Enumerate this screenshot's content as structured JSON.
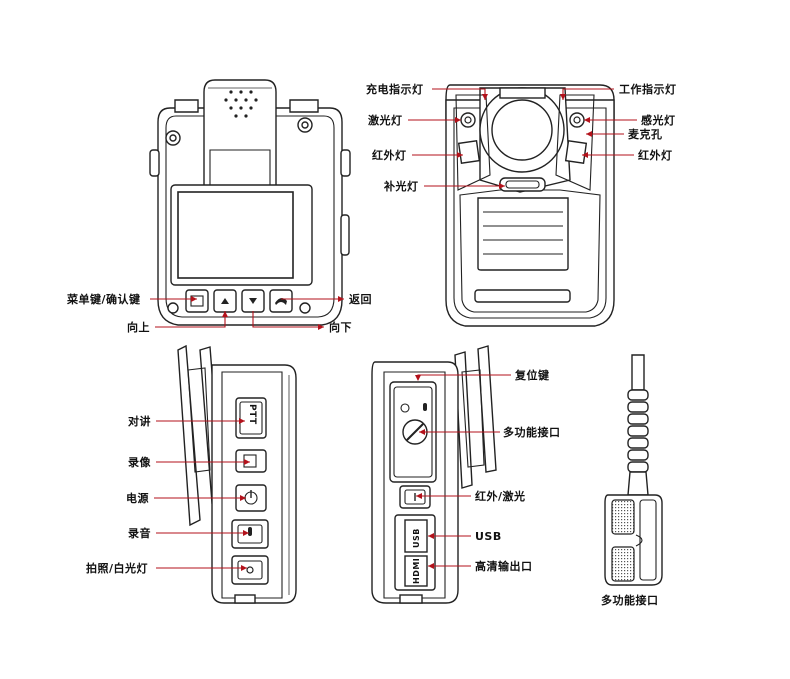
{
  "colors": {
    "callout": "#b3121b",
    "outline": "#222222"
  },
  "front_view": {
    "labels": {
      "menu_confirm": "菜单键/确认键",
      "back": "返回",
      "up": "向上",
      "down": "向下"
    }
  },
  "back_view": {
    "labels": {
      "charge_light": "充电指示灯",
      "work_light": "工作指示灯",
      "laser_light_left": "激光灯",
      "light_sensor": "感光灯",
      "microphone": "麦克孔",
      "ir_light_left": "红外灯",
      "ir_light_right": "红外灯",
      "fill_light": "补光灯"
    }
  },
  "left_side_view": {
    "labels": {
      "intercom": "对讲",
      "video": "录像",
      "power": "电源",
      "audio": "录音",
      "photo_white_light": "拍照/白光灯"
    },
    "button_text": {
      "ptt": "PTT"
    }
  },
  "right_side_view": {
    "labels": {
      "reset": "复位键",
      "multi_port": "多功能接口",
      "ir_laser": "红外/激光",
      "usb": "USB",
      "hdmi_out": "高清输出口"
    },
    "port_text": {
      "usb": "USB",
      "hdmi": "HDMI"
    }
  },
  "connector_view": {
    "caption": "多功能接口"
  }
}
